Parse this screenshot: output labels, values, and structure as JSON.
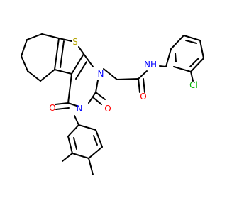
{
  "structure": {
    "colors": {
      "bond": "#000000",
      "carbon": "#000000",
      "oxygen": "#ff0000",
      "nitrogen": "#0000ff",
      "sulfur": "#b3a300",
      "chlorine": "#00b400",
      "background": "#ffffff"
    },
    "labels": {
      "sulfur": "S",
      "nitrogen_ring_1": "N",
      "nitrogen_ring_3": "N",
      "amide_nh": "NH",
      "amide_oxygen": "O",
      "oxygen_c2": "O",
      "oxygen_c4": "O",
      "chlorine": "Cl"
    }
  }
}
